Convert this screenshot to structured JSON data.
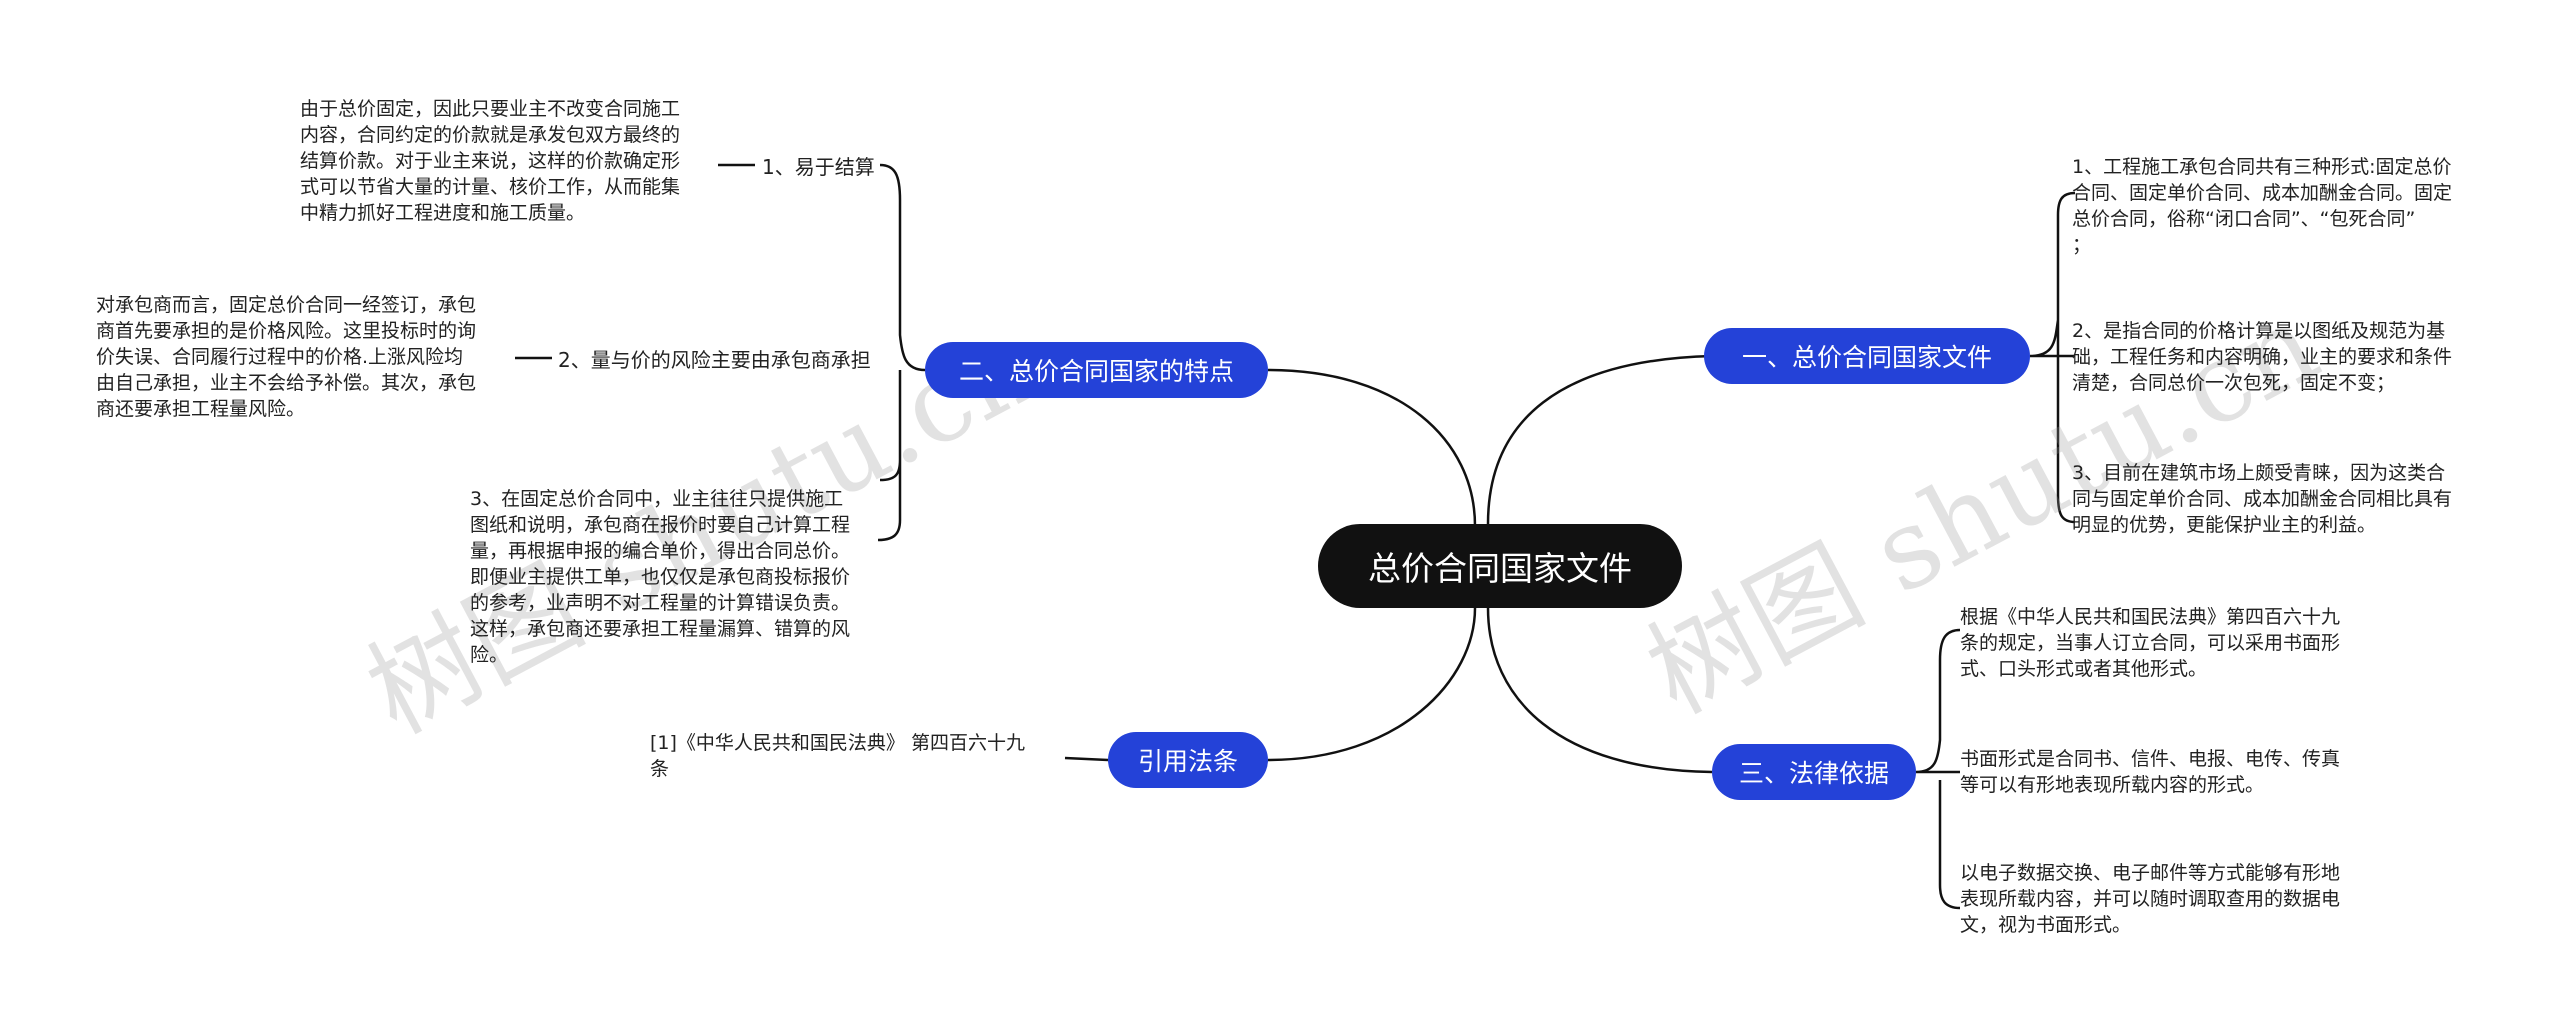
{
  "root": {
    "label": "总价合同国家文件"
  },
  "branches": {
    "b1": {
      "label": "一、总价合同国家文件",
      "items": [
        [
          "1、工程施工承包合同共有三种形式:固定总价",
          "合同、固定单价合同、成本加酬金合同。固定",
          "总价合同，俗称“闭口合同”、“包死合同”",
          "；"
        ],
        [
          "2、是指合同的价格计算是以图纸及规范为基",
          "础，工程任务和内容明确，业主的要求和条件",
          "清楚，合同总价一次包死，固定不变；"
        ],
        [
          "3、目前在建筑市场上颇受青睐，因为这类合",
          "同与固定单价合同、成本加酬金合同相比具有",
          "明显的优势，更能保护业主的利益。"
        ]
      ]
    },
    "b2": {
      "label": "二、总价合同国家的特点",
      "subs": [
        {
          "label": "1、易于结算",
          "detail": [
            "由于总价固定，因此只要业主不改变合同施工",
            "内容，合同约定的价款就是承发包双方最终的",
            "结算价款。对于业主来说，这样的价款确定形",
            "式可以节省大量的计量、核价工作，从而能集",
            "中精力抓好工程进度和施工质量。"
          ]
        },
        {
          "label": "2、量与价的风险主要由承包商承担",
          "detail": [
            "对承包商而言，固定总价合同一经签订，承包",
            "商首先要承担的是价格风险。这里投标时的询",
            "价失误、合同履行过程中的价格.上涨风险均",
            "由自己承担，业主不会给予补偿。其次，承包",
            "商还要承担工程量风险。"
          ]
        }
      ],
      "item3": [
        "3、在固定总价合同中，业主往往只提供施工",
        "图纸和说明，承包商在报价时要自己计算工程",
        "量，再根据申报的编合单价，得出合同总价。",
        "即便业主提供工单，也仅仅是承包商投标报价",
        "的参考，业声明不对工程量的计算错误负责。",
        "这样，承包商还要承担工程量漏算、错算的风",
        "险。"
      ]
    },
    "b3": {
      "label": "三、法律依据",
      "items": [
        [
          "根据《中华人民共和国民法典》第四百六十九",
          "条的规定，当事人订立合同，可以采用书面形",
          "式、口头形式或者其他形式。"
        ],
        [
          "书面形式是合同书、信件、电报、电传、传真",
          "等可以有形地表现所载内容的形式。"
        ],
        [
          "以电子数据交换、电子邮件等方式能够有形地",
          "表现所载内容，并可以随时调取查用的数据电",
          "文，视为书面形式。"
        ]
      ]
    },
    "b4": {
      "label": "引用法条",
      "items": [
        [
          "[1]《中华人民共和国民法典》 第四百六十九",
          "条"
        ]
      ]
    }
  },
  "watermark": {
    "text_left": "树图 shutu.cn",
    "text_right": "树图 shutu.cn"
  },
  "colors": {
    "branch": "#2442d8",
    "root": "#111111",
    "line": "#111111"
  }
}
